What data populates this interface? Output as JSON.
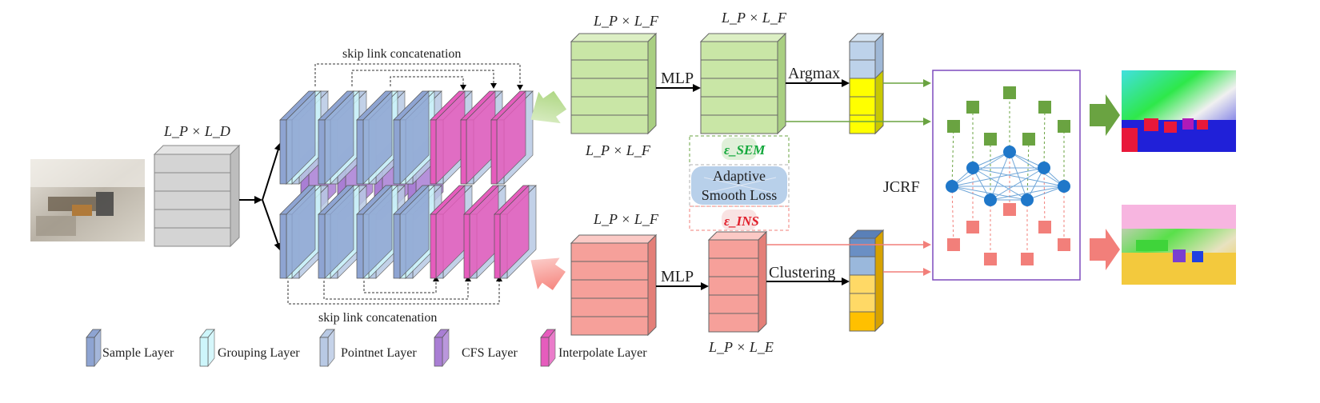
{
  "top_labels": {
    "skip_top": "skip link concatenation",
    "skip_bottom": "skip link concatenation",
    "input_dim": "L_P × L_D",
    "sem_feat_top": "L_P × L_F",
    "sem_feat_bottom": "L_P × L_F",
    "sem_out_top": "L_P × L_F",
    "ins_feat_top": "L_P × L_F",
    "ins_out_bottom": "L_P × L_E"
  },
  "operations": {
    "mlp_top": "MLP",
    "mlp_bottom": "MLP",
    "argmax": "Argmax",
    "clustering": "Clustering",
    "jcrf": "JCRF"
  },
  "loss_box": {
    "sem_loss": "ε_SEM",
    "smooth_loss_line1": "Adaptive",
    "smooth_loss_line2": "Smooth Loss",
    "ins_loss": "ε_INS"
  },
  "legend": [
    {
      "label": "Sample Layer",
      "color": "#8ea4d2"
    },
    {
      "label": "Grouping Layer",
      "color": "#cdf6fb"
    },
    {
      "label": "Pointnet Layer",
      "color": "#b8c9e4"
    },
    {
      "label": "CFS Layer",
      "color": "#a97ed4"
    },
    {
      "label": "Interpolate Layer",
      "color": "#e65cbd"
    }
  ],
  "colors": {
    "semantic_green": "#c9e6a6",
    "instance_red": "#f6a09a",
    "jcrf_border": "#7f4bbd",
    "node_blue": "#1f77c9",
    "node_green": "#6aa341",
    "node_red": "#f27f7a",
    "argmax_yellow": "#ffff00",
    "cluster_orange": "#ffc000"
  }
}
